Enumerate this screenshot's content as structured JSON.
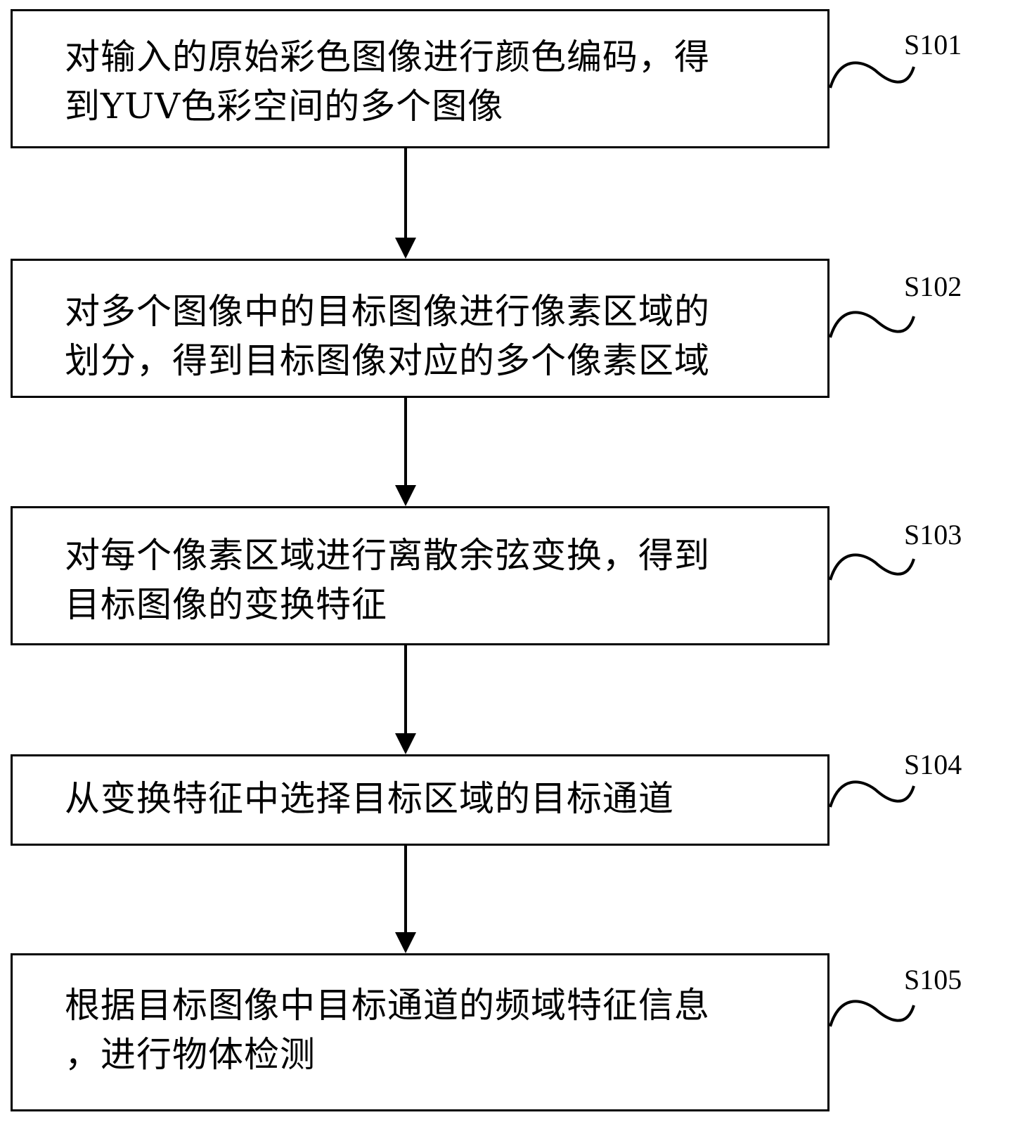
{
  "diagram": {
    "type": "flowchart",
    "steps": [
      {
        "id": "S101",
        "label": "S101",
        "lines": [
          "对输入的原始彩色图像进行颜色编码，得",
          "到YUV色彩空间的多个图像"
        ]
      },
      {
        "id": "S102",
        "label": "S102",
        "lines": [
          "对多个图像中的目标图像进行像素区域的",
          "划分，得到目标图像对应的多个像素区域"
        ]
      },
      {
        "id": "S103",
        "label": "S103",
        "lines": [
          "对每个像素区域进行离散余弦变换，得到",
          "目标图像的变换特征"
        ]
      },
      {
        "id": "S104",
        "label": "S104",
        "lines": [
          "从变换特征中选择目标区域的目标通道"
        ]
      },
      {
        "id": "S105",
        "label": "S105",
        "lines": [
          "根据目标图像中目标通道的频域特征信息",
          "，进行物体检测"
        ]
      }
    ],
    "edges": [
      {
        "from": "S101",
        "to": "S102"
      },
      {
        "from": "S102",
        "to": "S103"
      },
      {
        "from": "S103",
        "to": "S104"
      },
      {
        "from": "S104",
        "to": "S105"
      }
    ]
  }
}
